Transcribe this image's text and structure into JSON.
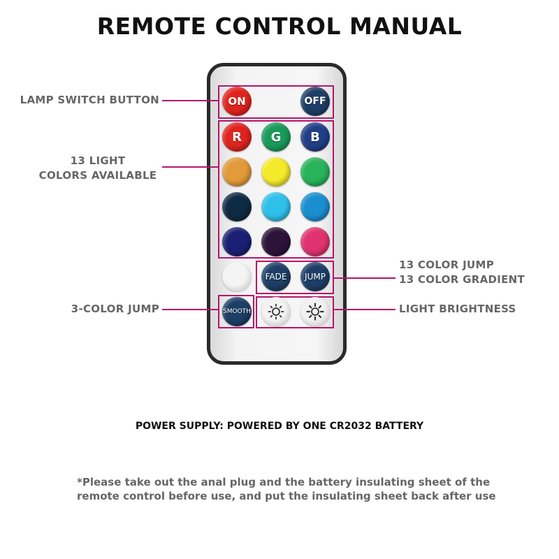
{
  "title": "REMOTE CONTROL MANUAL",
  "labels": {
    "lamp_switch": "LAMP SWITCH BUTTON",
    "colors_line1": "13 LIGHT",
    "colors_line2": "COLORS AVAILABLE",
    "three_color": "3-COLOR JUMP",
    "jump_line1": "13 COLOR JUMP",
    "jump_line2": "13 COLOR GRADIENT",
    "brightness": "LIGHT BRIGHTNESS"
  },
  "buttons": {
    "on": "ON",
    "off": "OFF",
    "r": "R",
    "g": "G",
    "b": "B",
    "fade": "FADE",
    "jump": "JUMP",
    "smooth": "SMOOTH"
  },
  "colors": {
    "red": "#e0231f",
    "green": "#1a9a5a",
    "blue": "#213f86",
    "orange": "#e39a3a",
    "yellow": "#f3ea2a",
    "emerald": "#29b35a",
    "navy": "#0f2a44",
    "sky": "#2fc0ea",
    "ocean": "#1b8ed0",
    "indigo": "#1a1f74",
    "plum": "#2c1338",
    "pink": "#e0326f",
    "white": "#f4f4f4",
    "dark_blue_btn": "#1d3e66",
    "accent": "#b5156b"
  },
  "power_supply": "POWER SUPPLY: POWERED BY ONE CR2032 BATTERY",
  "note": "*Please take out the anal plug and the battery insulating sheet of the remote control before use, and put the insulating sheet back after use"
}
